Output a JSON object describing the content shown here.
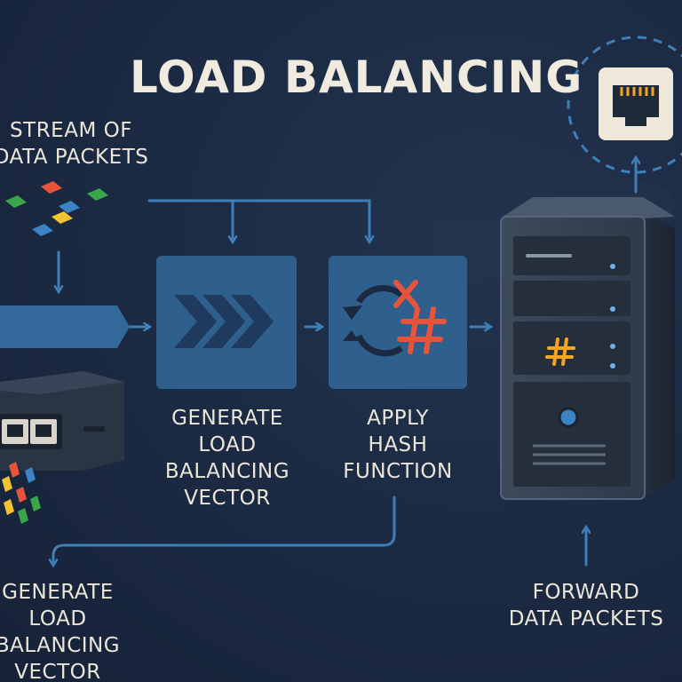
{
  "title": "LOAD BALANCING",
  "labels": {
    "stream": "STREAM OF\nDATA PACKETS",
    "generate_mid": "GENERATE\nLOAD BALANCING\nVECTOR",
    "apply_hash": "APPLY\nHASH\nFUNCTION",
    "generate_bottom": "GENERATE\nLOAD BALANCING\nVECTOR",
    "forward": "FORWARD\nDATA PACKETS"
  },
  "colors": {
    "background": "#1c2b44",
    "box": "#2f5f8c",
    "arrow": "#3f7fb8",
    "packet_red": "#e8543a",
    "packet_green": "#3aa64a",
    "packet_yellow": "#f2c230",
    "packet_blue": "#3a83c4",
    "hash_orange": "#f4a623"
  },
  "icons": {
    "chevrons": "triple-chevron-icon",
    "refresh_hash": "refresh-hash-icon",
    "ethernet_port": "ethernet-port-icon",
    "server": "server-tower-icon",
    "switch": "network-switch-icon"
  }
}
